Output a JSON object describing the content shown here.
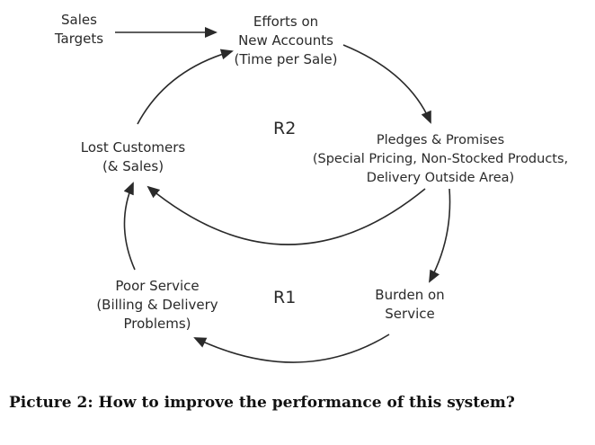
{
  "nodes": {
    "sales_targets": [
      "Sales",
      "Targets"
    ],
    "efforts": [
      "Efforts on",
      "New Accounts",
      "(Time per Sale)"
    ],
    "pledges": [
      "Pledges & Promises",
      "(Special Pricing, Non-Stocked Products,",
      "Delivery Outside Area)"
    ],
    "burden": [
      "Burden on",
      "Service"
    ],
    "poor_service": [
      "Poor Service",
      "(Billing & Delivery",
      "Problems)"
    ],
    "lost_customers": [
      "Lost Customers",
      "(& Sales)"
    ]
  },
  "loops": {
    "r1": "R1",
    "r2": "R2"
  },
  "caption": "Picture 2: How to improve the performance of this system?"
}
